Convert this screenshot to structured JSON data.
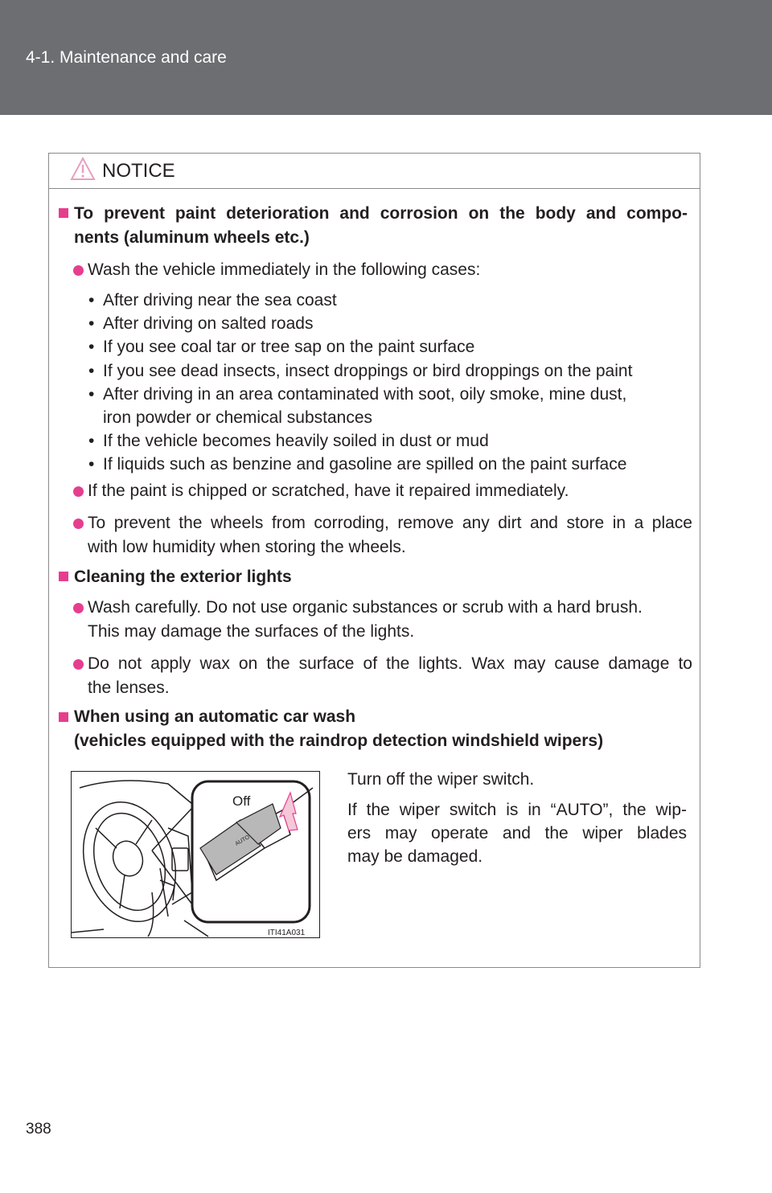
{
  "header": {
    "section": "4-1. Maintenance and care"
  },
  "notice": {
    "label": "NOTICE",
    "sections": [
      {
        "title_line1": "To prevent paint deterioration and corrosion on the body and compo-",
        "title_line2": "nents (aluminum wheels etc.)",
        "bullets": [
          {
            "text": "Wash the vehicle immediately in the following cases:",
            "subitems": [
              "After driving near the sea coast",
              "After driving on salted roads",
              "If you see coal tar or tree sap on the paint surface",
              "If you see dead insects, insect droppings or bird droppings on the paint",
              "After driving in an area contaminated with soot, oily smoke, mine dust,",
              "iron powder or chemical substances",
              "If the vehicle becomes heavily soiled in dust or mud",
              "If liquids such as benzine and gasoline are spilled on the paint surface"
            ]
          },
          {
            "text": "If the paint is chipped or scratched, have it repaired immediately."
          },
          {
            "line1": "To prevent the wheels from corroding, remove any dirt and store in a place",
            "line2": "with low humidity when storing the wheels."
          }
        ]
      },
      {
        "title": "Cleaning the exterior lights",
        "bullets": [
          {
            "line1": "Wash carefully. Do not use organic substances or scrub with a hard brush.",
            "line2": "This may damage the surfaces of the lights."
          },
          {
            "line1": "Do not apply wax on the surface of the lights. Wax may cause damage to",
            "line2": "the lenses."
          }
        ]
      },
      {
        "title_line1": "When using an automatic car wash",
        "title_line2": "(vehicles equipped with the raindrop detection windshield wipers)",
        "para1": "Turn off the wiper switch.",
        "para2_lines": [
          "If the wiper switch is in “AUTO”, the wip-",
          "ers may operate and the wiper blades",
          "may be damaged."
        ],
        "figure": {
          "callout_label": "Off",
          "code": "ITI41A031",
          "stalk_text": "AUTO"
        }
      }
    ]
  },
  "page_number": "388",
  "colors": {
    "header_bg": "#6d6e71",
    "accent": "#e63e8e",
    "text": "#231f20"
  }
}
